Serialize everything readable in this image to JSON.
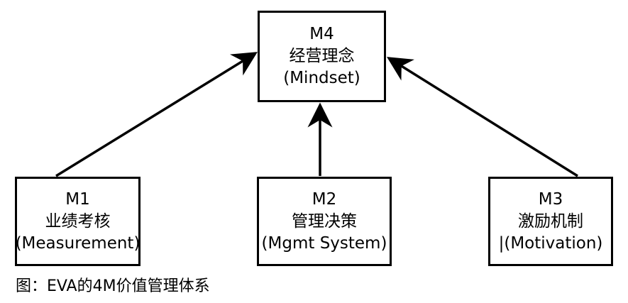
{
  "diagram": {
    "top": {
      "code": "M4",
      "name_cn": "经营理念",
      "name_en": "(Mindset)"
    },
    "bottom": [
      {
        "code": "M1",
        "name_cn": "业绩考核",
        "name_en": "(Measurement)"
      },
      {
        "code": "M2",
        "name_cn": "管理决策",
        "name_en": "(Mgmt System)"
      },
      {
        "code": "M3",
        "name_cn": "激励机制",
        "name_en": "|(Motivation)"
      }
    ],
    "edges": [
      {
        "from": "M1",
        "to": "M4"
      },
      {
        "from": "M2",
        "to": "M4"
      },
      {
        "from": "M3",
        "to": "M4"
      }
    ]
  },
  "caption": "图：EVA的4M价值管理体系",
  "colors": {
    "stroke": "#000000",
    "background": "#ffffff"
  }
}
